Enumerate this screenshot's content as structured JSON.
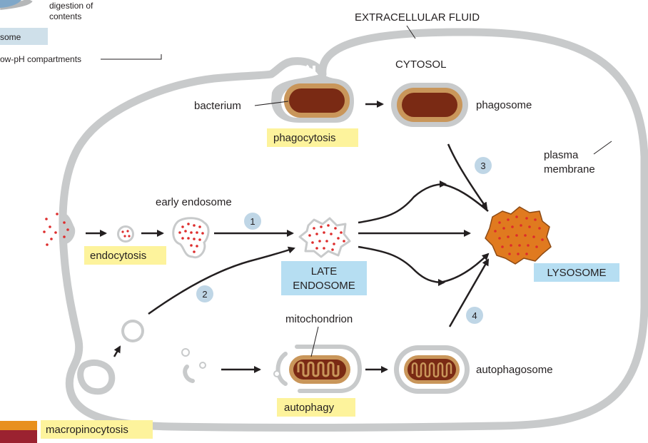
{
  "top_left": {
    "digestion_line1": "digestion of",
    "digestion_line2": "contents",
    "legend_some": "some",
    "legend_low_ph": "ow-pH compartments"
  },
  "labels": {
    "extracellular_fluid": "EXTRACELLULAR FLUID",
    "cytosol": "CYTOSOL",
    "bacterium": "bacterium",
    "phagosome": "phagosome",
    "phagocytosis": "phagocytosis",
    "plasma_membrane_line1": "plasma",
    "plasma_membrane_line2": "membrane",
    "early_endosome": "early endosome",
    "endocytosis": "endocytosis",
    "late_endosome_line1": "LATE",
    "late_endosome_line2": "ENDOSOME",
    "lysosome": "LYSOSOME",
    "mitochondrion": "mitochondrion",
    "autophagosome": "autophagosome",
    "autophagy": "autophagy",
    "macropinocytosis": "macropinocytosis"
  },
  "pathway_numbers": [
    "1",
    "2",
    "3",
    "4"
  ],
  "colors": {
    "membrane": "#c8cacb",
    "highlight_yellow": "#fdf39c",
    "highlight_blue": "#b6def2",
    "circle_blue": "#bfd6e6",
    "bacterium_brown": "#7a2a14",
    "bacterium_tan": "#c9965a",
    "lysosome_orange": "#e07a1f",
    "cargo_red": "#dd2c2c",
    "corner_orange": "#e8901f",
    "corner_red": "#9b2230"
  }
}
